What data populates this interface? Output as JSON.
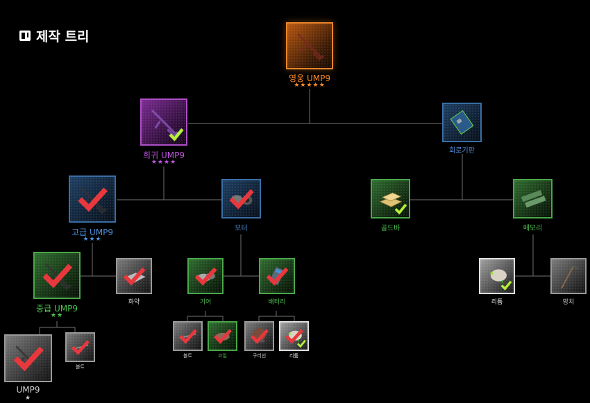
{
  "header": {
    "title": "제작 트리",
    "icon": "crafting-tree-icon"
  },
  "nodes": [
    {
      "id": "hero-ump9",
      "label": "영웅 UMP9",
      "stars": "★★★★★",
      "rarity": "orange",
      "icon": "ump9-gun-icon",
      "status": "none"
    },
    {
      "id": "rare-ump9",
      "label": "희귀 UMP9",
      "stars": "★★★★",
      "rarity": "purple",
      "icon": "ump9-gun-icon",
      "status": "owned"
    },
    {
      "id": "circuit-board",
      "label": "회로기판",
      "stars": "",
      "rarity": "blue",
      "icon": "circuit-board-icon",
      "status": "none"
    },
    {
      "id": "advanced-ump9",
      "label": "고급 UMP9",
      "stars": "★★★",
      "rarity": "blue",
      "icon": "ump9-gun-icon",
      "status": "crafted"
    },
    {
      "id": "motor",
      "label": "모터",
      "stars": "",
      "rarity": "blue",
      "icon": "motor-icon",
      "status": "crafted"
    },
    {
      "id": "gold-bar",
      "label": "골드바",
      "stars": "",
      "rarity": "green",
      "icon": "gold-bar-icon",
      "status": "owned"
    },
    {
      "id": "memory",
      "label": "메모리",
      "stars": "",
      "rarity": "green",
      "icon": "memory-icon",
      "status": "none"
    },
    {
      "id": "intermediate-ump9",
      "label": "중급 UMP9",
      "stars": "★★",
      "rarity": "green",
      "icon": "ump9-gun-icon",
      "status": "crafted"
    },
    {
      "id": "gunpowder",
      "label": "화약",
      "stars": "",
      "rarity": "gray",
      "icon": "gunpowder-icon",
      "status": "crafted"
    },
    {
      "id": "gear",
      "label": "기어",
      "stars": "",
      "rarity": "green",
      "icon": "gear-icon",
      "status": "crafted"
    },
    {
      "id": "battery",
      "label": "배터리",
      "stars": "",
      "rarity": "green",
      "icon": "battery-icon",
      "status": "crafted"
    },
    {
      "id": "lithium-top",
      "label": "리튬",
      "stars": "",
      "rarity": "white",
      "icon": "lithium-icon",
      "status": "owned"
    },
    {
      "id": "hammer",
      "label": "망치",
      "stars": "",
      "rarity": "gray",
      "icon": "hammer-icon",
      "status": "none"
    },
    {
      "id": "ump9",
      "label": "UMP9",
      "stars": "★",
      "rarity": "gray",
      "icon": "ump9-gun-icon",
      "status": "crafted"
    },
    {
      "id": "bolt-small",
      "label": "볼트",
      "stars": "",
      "rarity": "gray",
      "icon": "bolt-icon",
      "status": "crafted"
    },
    {
      "id": "bolt",
      "label": "볼트",
      "stars": "",
      "rarity": "gray",
      "icon": "bolt-icon",
      "status": "crafted"
    },
    {
      "id": "coil",
      "label": "코일",
      "stars": "",
      "rarity": "green",
      "icon": "coil-icon",
      "status": "crafted"
    },
    {
      "id": "copper-wire",
      "label": "구리선",
      "stars": "",
      "rarity": "gray",
      "icon": "copper-wire-icon",
      "status": "crafted"
    },
    {
      "id": "lithium-bottom",
      "label": "리튬",
      "stars": "",
      "rarity": "white",
      "icon": "lithium-icon",
      "status": "owned-crafted"
    }
  ],
  "colors": {
    "orange": "#ff8a2a",
    "purple": "#c054e0",
    "blue": "#4d8fdb",
    "green": "#4cc04c",
    "white": "#e6e6e6",
    "gray": "#cfcfcf",
    "crafted_check": "#e8383d",
    "owned_check": "#b6f03a",
    "line": "#6a6a6a"
  }
}
